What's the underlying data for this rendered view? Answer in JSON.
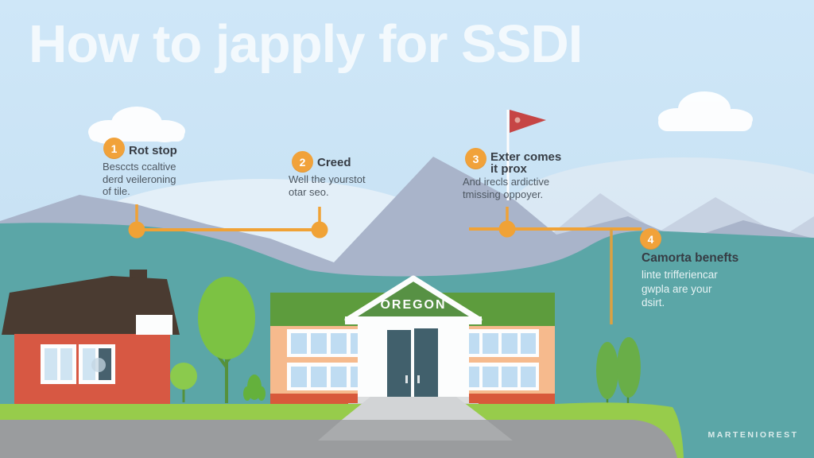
{
  "title": "How to japply for SSDI",
  "steps": [
    {
      "number": "1",
      "title": "Rot stop",
      "body": "Besccts ccaltive\nderd veileroning\nof tile."
    },
    {
      "number": "2",
      "title": "Creed",
      "body": "Well the yourstot\notar seo."
    },
    {
      "number": "3",
      "title": "Exter comes\nit prox",
      "body": "And irecls ardictive\ntmissing oppoyer."
    },
    {
      "number": "4",
      "title": "Camorta benefts",
      "body": "linte trifferiencar\ngwpla are your\ndsirt."
    }
  ],
  "building": {
    "label": "OREGON"
  },
  "watermark": "MARTENIOREST",
  "colors": {
    "sky": "#cae3f5",
    "fog": "#e7f0f8",
    "mountain": "#a9b4ca",
    "mountain_distant": "#c7d2e2",
    "teal_land": "#5ba6a7",
    "timeline_orange": "#f0a236",
    "badge_orange": "#f1a23a",
    "flag_red": "#c64545",
    "house_red": "#d75843",
    "roof_brown": "#4a3b31",
    "window_blue": "#cfe4f2",
    "building_orange": "#f6ba8d",
    "building_green": "#5d9c3d",
    "building_base_red": "#d8593b",
    "door_slate": "#41606c",
    "tree_green": "#7cc243",
    "grass_green": "#97cc4b",
    "road_gray": "#9a9c9e",
    "title_white": "#f3f9fd"
  }
}
